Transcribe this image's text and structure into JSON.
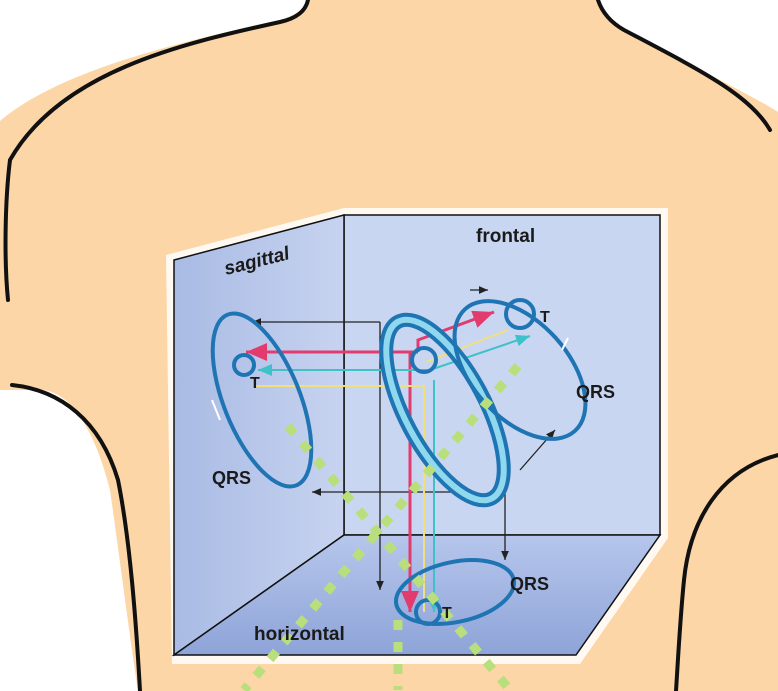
{
  "labels": {
    "sagittal": "sagittal",
    "frontal": "frontal",
    "horizontal": "horizontal",
    "qrs_sagittal": "QRS",
    "qrs_frontal": "QRS",
    "qrs_horizontal": "QRS",
    "t_sagittal": "T",
    "t_frontal": "T",
    "t_horizontal": "T"
  },
  "colors": {
    "skin": "#fcd6a6",
    "outline": "#111111",
    "plane_back": "#c9d6f1",
    "plane_side": "#aebfe6",
    "plane_floor": "#9fb2df",
    "loop_blue": "#1f74b3",
    "loop_light": "#8fd8ee",
    "arrow_pink": "#e23b6e",
    "arrow_cyan": "#3ec1c8",
    "arrow_yellow": "#f1e07a",
    "arrow_dark": "#222222",
    "dots_green": "#b9df7c"
  }
}
